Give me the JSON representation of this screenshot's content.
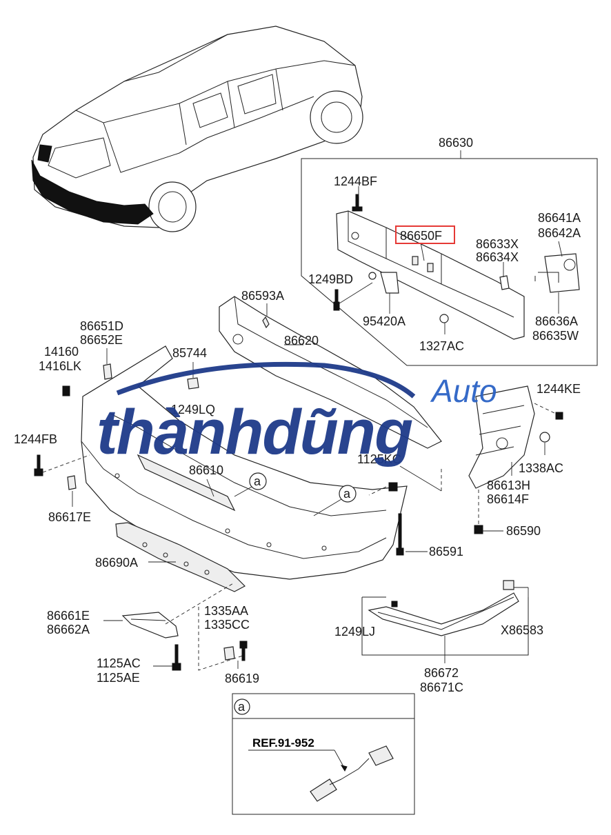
{
  "labels": {
    "p86630": "86630",
    "p1244BF": "1244BF",
    "p86650F": "86650F",
    "p86641A": "86641A",
    "p86642A": "86642A",
    "p86633X": "86633X",
    "p86634X": "86634X",
    "p1249BD": "1249BD",
    "p95420A": "95420A",
    "p1327AC": "1327AC",
    "p86636A": "86636A",
    "p86635W": "86635W",
    "p86593A": "86593A",
    "p86651D": "86651D",
    "p86652E": "86652E",
    "p14160": "14160",
    "p1416LK": "1416LK",
    "p85744": "85744",
    "p86620": "86620",
    "p1249LQ": "1249LQ",
    "p1244KE": "1244KE",
    "p1244FB": "1244FB",
    "p1125KC": "1125KC",
    "p1338AC": "1338AC",
    "p86610": "86610",
    "p86613H": "86613H",
    "p86614F": "86614F",
    "p86617E": "86617E",
    "p86590": "86590",
    "p86591": "86591",
    "p86690A": "86690A",
    "p86661E": "86661E",
    "p86662A": "86662A",
    "p1335AA": "1335AA",
    "p1335CC": "1335CC",
    "p1125AC": "1125AC",
    "p1125AE": "1125AE",
    "p86619": "86619",
    "p1249LJ": "1249LJ",
    "pX86583": "X86583",
    "p86672": "86672",
    "p86671C": "86671C",
    "callout_a": "a",
    "ref": "REF.91-952"
  },
  "watermark": {
    "main": "thànhdũng",
    "sub": "Auto"
  },
  "colors": {
    "highlight_box": "#e53935",
    "watermark_dark": "#1e3a8a",
    "watermark_light": "#2b63c6"
  }
}
